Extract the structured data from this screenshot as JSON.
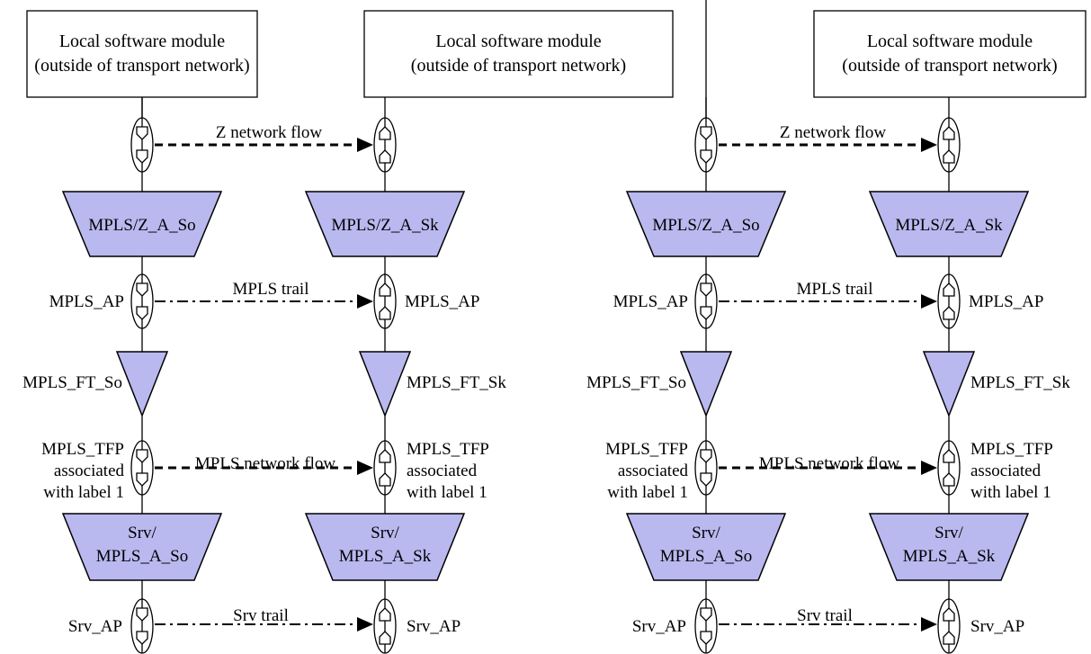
{
  "panels": [
    {
      "source": {
        "module_lines": [
          "Local software module",
          "(outside of transport network)"
        ],
        "z_adapt": "MPLS/Z_A_So",
        "ap": "MPLS_AP",
        "ft": "MPLS_FT_So",
        "tfp": [
          "MPLS_TFP",
          "associated",
          "with label 1"
        ],
        "srv_adapt": [
          "Srv/",
          "MPLS_A_So"
        ],
        "srv_ap": "Srv_AP"
      },
      "sink": {
        "module_lines": [
          "Local software module",
          "(outside of transport network)"
        ],
        "z_adapt": "MPLS/Z_A_Sk",
        "ap": "MPLS_AP",
        "ft": "MPLS_FT_Sk",
        "tfp": [
          "MPLS_TFP",
          "associated",
          "with label 1"
        ],
        "srv_adapt": [
          "Srv/",
          "MPLS_A_Sk"
        ],
        "srv_ap": "Srv_AP"
      },
      "flows": {
        "z": "Z network flow",
        "mpls_trail": "MPLS trail",
        "mpls_flow": "MPLS network flow",
        "srv_trail": "Srv trail"
      }
    },
    {
      "source": {
        "z_adapt": "MPLS/Z_A_So",
        "ap": "MPLS_AP",
        "ft": "MPLS_FT_So",
        "tfp": [
          "MPLS_TFP",
          "associated",
          "with label 1"
        ],
        "srv_adapt": [
          "Srv/",
          "MPLS_A_So"
        ],
        "srv_ap": "Srv_AP"
      },
      "sink": {
        "module_lines": [
          "Local software module",
          "(outside of  transport network)"
        ],
        "z_adapt": "MPLS/Z_A_Sk",
        "ap": "MPLS_AP",
        "ft": "MPLS_FT_Sk",
        "tfp": [
          "MPLS_TFP",
          "associated",
          "with label 1"
        ],
        "srv_adapt": [
          "Srv/",
          "MPLS_A_Sk"
        ],
        "srv_ap": "Srv_AP"
      },
      "flows": {
        "z": "Z network flow",
        "mpls_trail": "MPLS trail",
        "mpls_flow": "MPLS network flow",
        "srv_trail": "Srv trail"
      }
    }
  ]
}
